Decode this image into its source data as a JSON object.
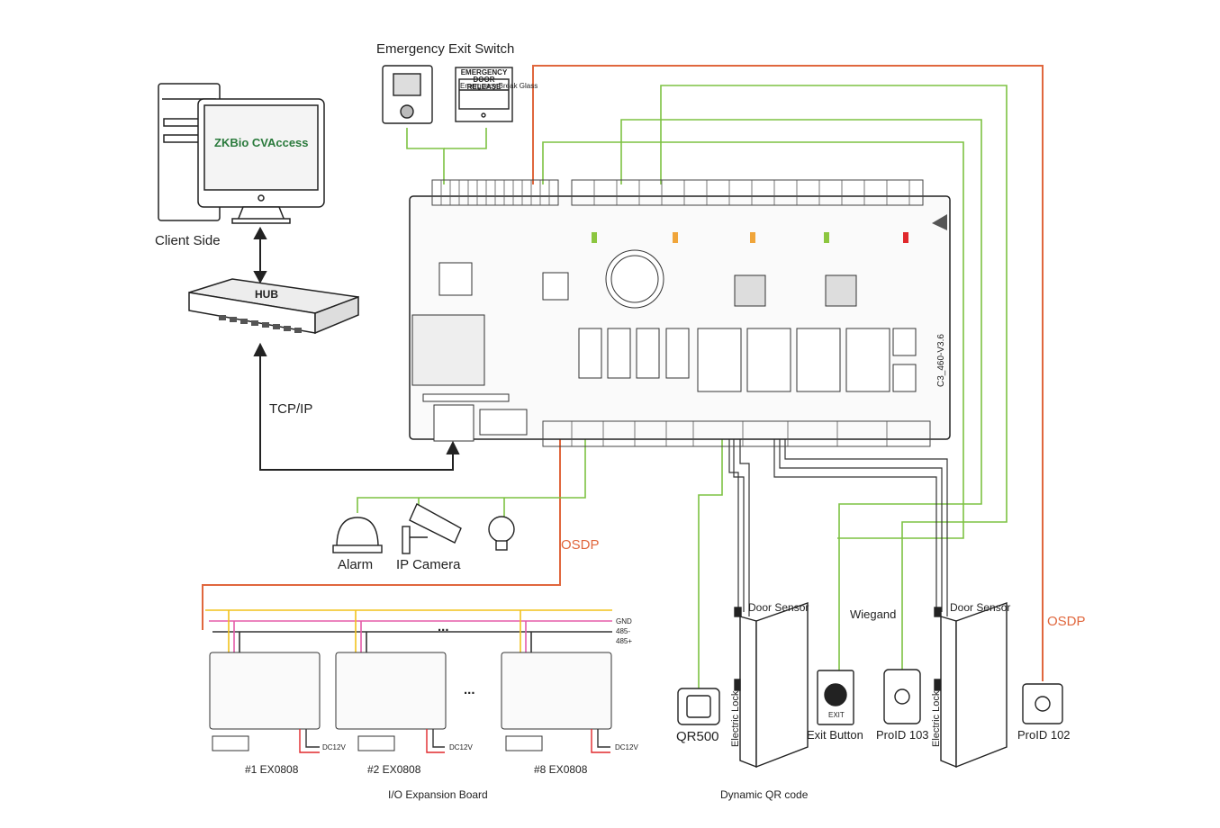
{
  "labels": {
    "emergency_exit_switch": "Emergency Exit Switch",
    "client_side": "Client Side",
    "software": "ZKBio CVAccess",
    "hub": "HUB",
    "tcpip": "TCP/IP",
    "alarm": "Alarm",
    "ip_camera": "IP Camera",
    "osdp_left": "OSDP",
    "osdp_right": "OSDP",
    "door_sensor_1": "Door Sensor",
    "door_sensor_2": "Door Sensor",
    "wiegand": "Wiegand",
    "qr500": "QR500",
    "exit_button": "Exit Button",
    "proid_103": "ProID 103",
    "proid_102": "ProID 102",
    "electric_lock_1": "Electric Lock",
    "electric_lock_2": "Electric Lock",
    "board_1": "#1 EX0808",
    "board_2": "#2 EX0808",
    "board_8": "#8 EX0808",
    "io_expansion_board": "I/O Expansion Board",
    "dynamic_qr_code": "Dynamic QR code",
    "gnd": "GND",
    "rs485_minus": "485-",
    "rs485_plus": "485+",
    "dc12v_1": "DC12V",
    "dc12v_2": "DC12V",
    "dc12v_8": "DC12V",
    "ellipsis_top": "...",
    "ellipsis_mid": "...",
    "board_model": "C3_460-V3.6",
    "exit_label": "EXIT",
    "emergency_sign": "EMERGENCY DOOR RELEASE",
    "emergency_sub": "Emergency Break Glass"
  },
  "colors": {
    "osdp_wire": "#e0673d",
    "wiegand_wire": "#7dc242",
    "lock_wire": "#333333",
    "red_wire": "#e0282c",
    "yellow_wire": "#f2c21b",
    "pink_wire": "#e55ba8"
  }
}
